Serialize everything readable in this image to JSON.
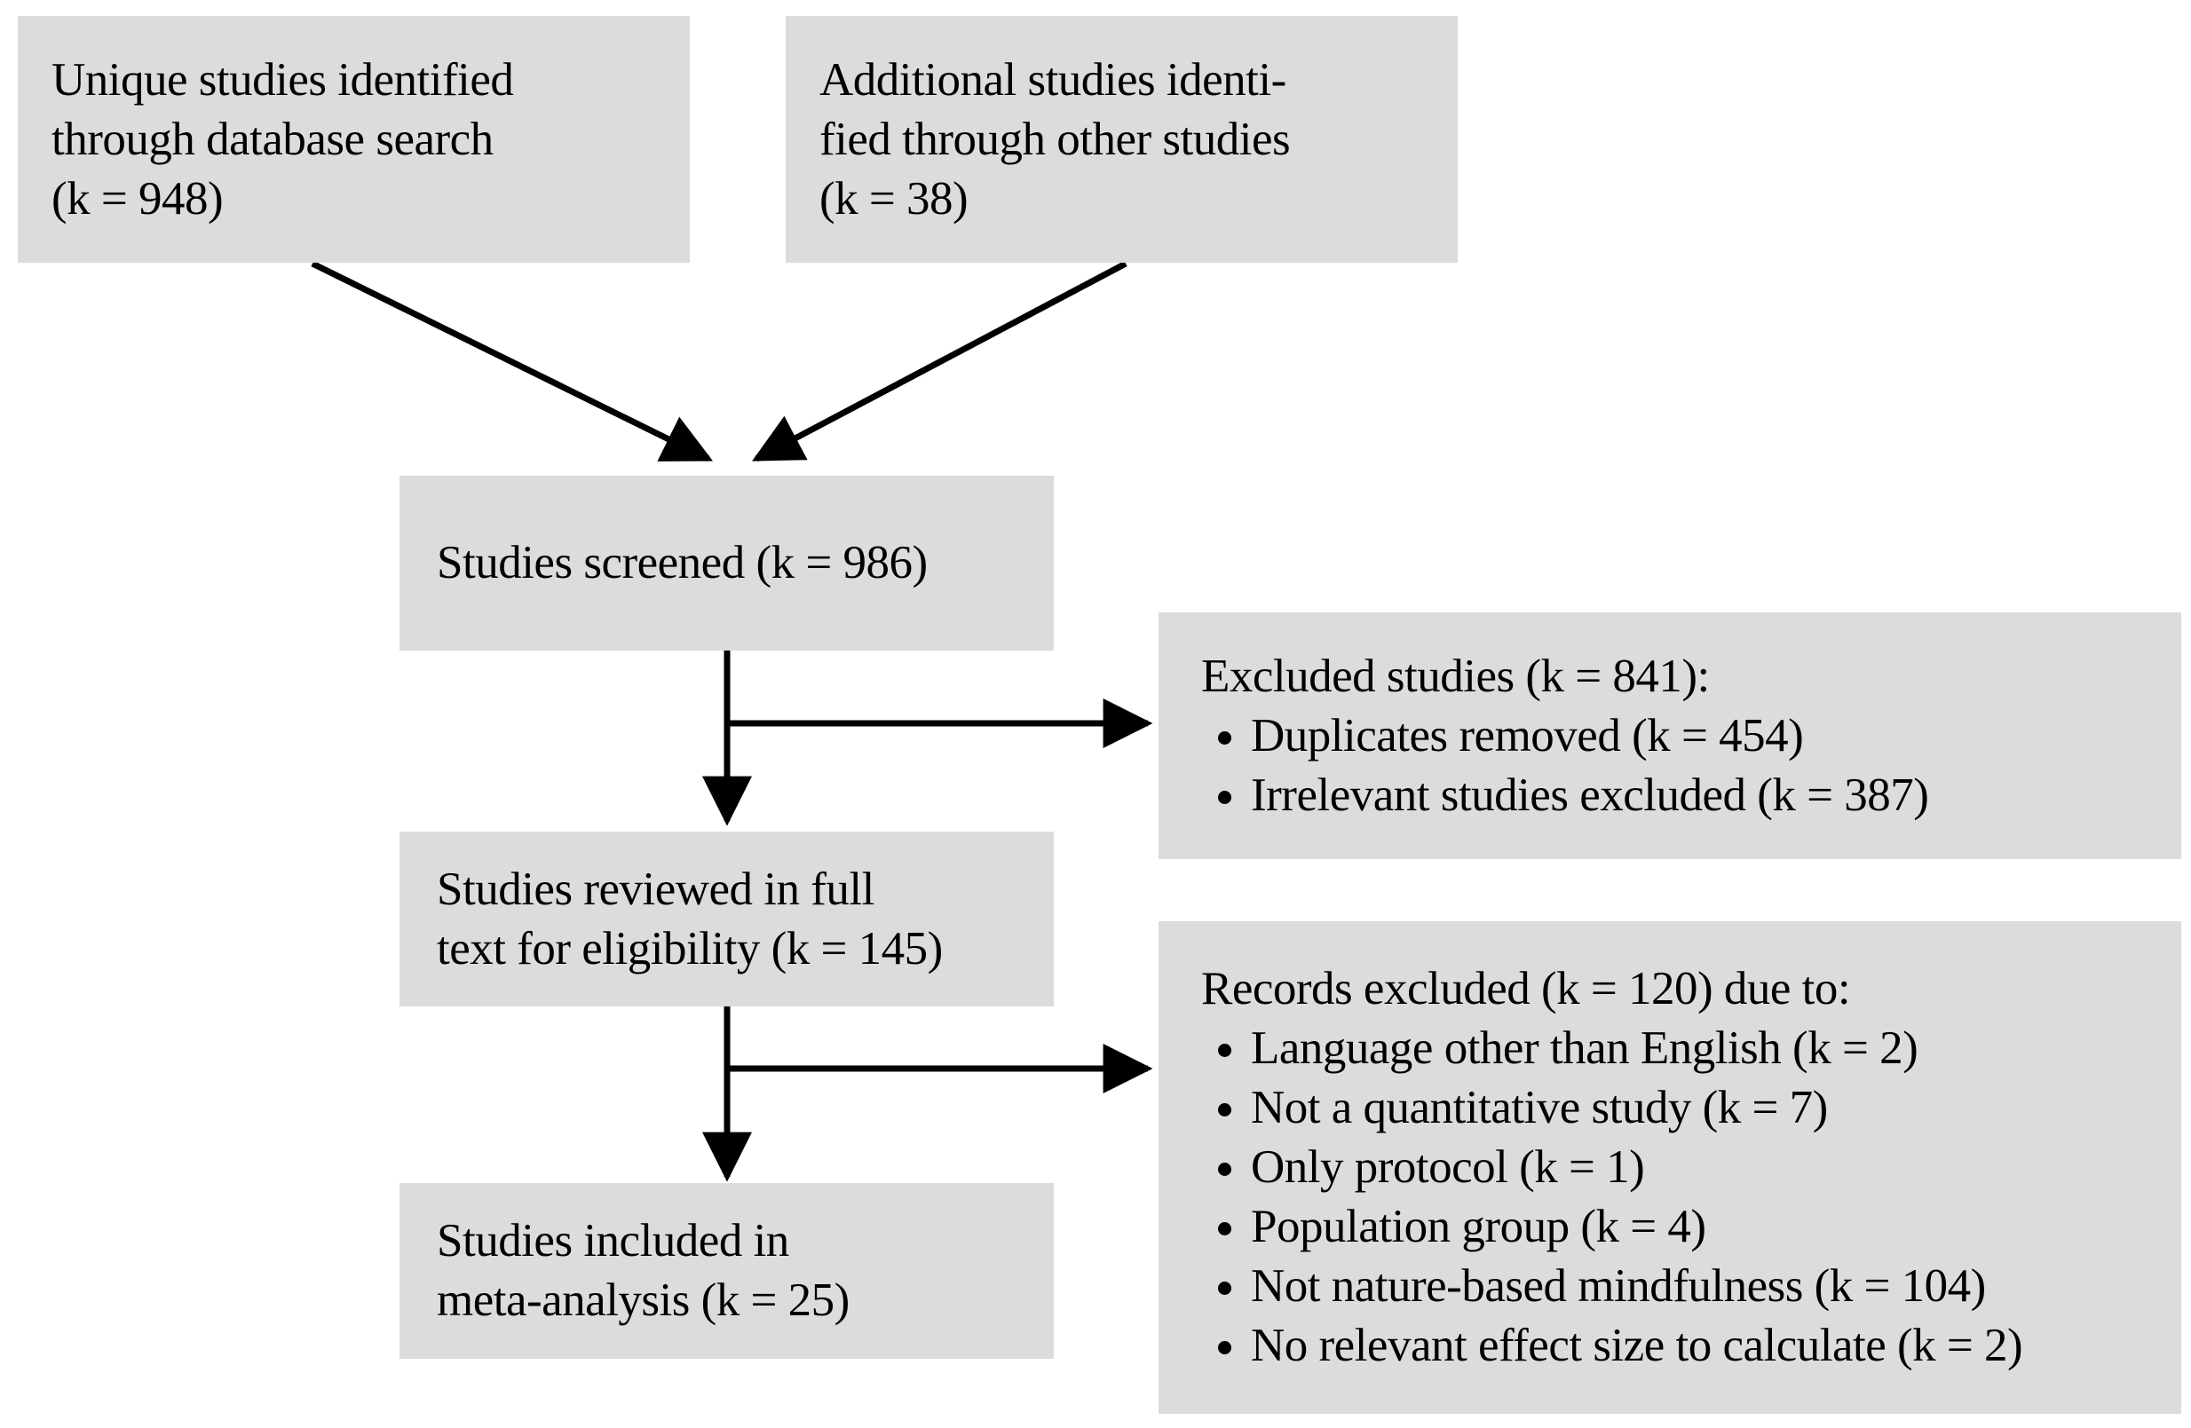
{
  "theme": {
    "background": "#ffffff",
    "box_fill": "#dcdcdc",
    "text_color": "#000000",
    "arrow_color": "#000000"
  },
  "flow": {
    "identified_db": "Unique studies identified\nthrough database search\n(k = 948)",
    "identified_other": "Additional studies identi-\nfied through other studies\n(k = 38)",
    "screened": "Studies screened (k = 986)",
    "full_text": "Studies reviewed in full\ntext for eligibility (k = 145)",
    "included": "Studies included in\nmeta-analysis (k = 25)",
    "excluded": {
      "header": "Excluded studies (k = 841):",
      "items": [
        "Duplicates removed (k = 454)",
        "Irrelevant studies excluded (k = 387)"
      ]
    },
    "records_excluded": {
      "header": "Records excluded (k = 120) due to:",
      "items": [
        "Language other than English (k = 2)",
        "Not a quantitative study (k = 7)",
        "Only protocol (k = 1)",
        "Population group (k = 4)",
        "Not nature-based mindfulness (k = 104)",
        "No relevant effect size to calculate (k = 2)"
      ]
    }
  }
}
